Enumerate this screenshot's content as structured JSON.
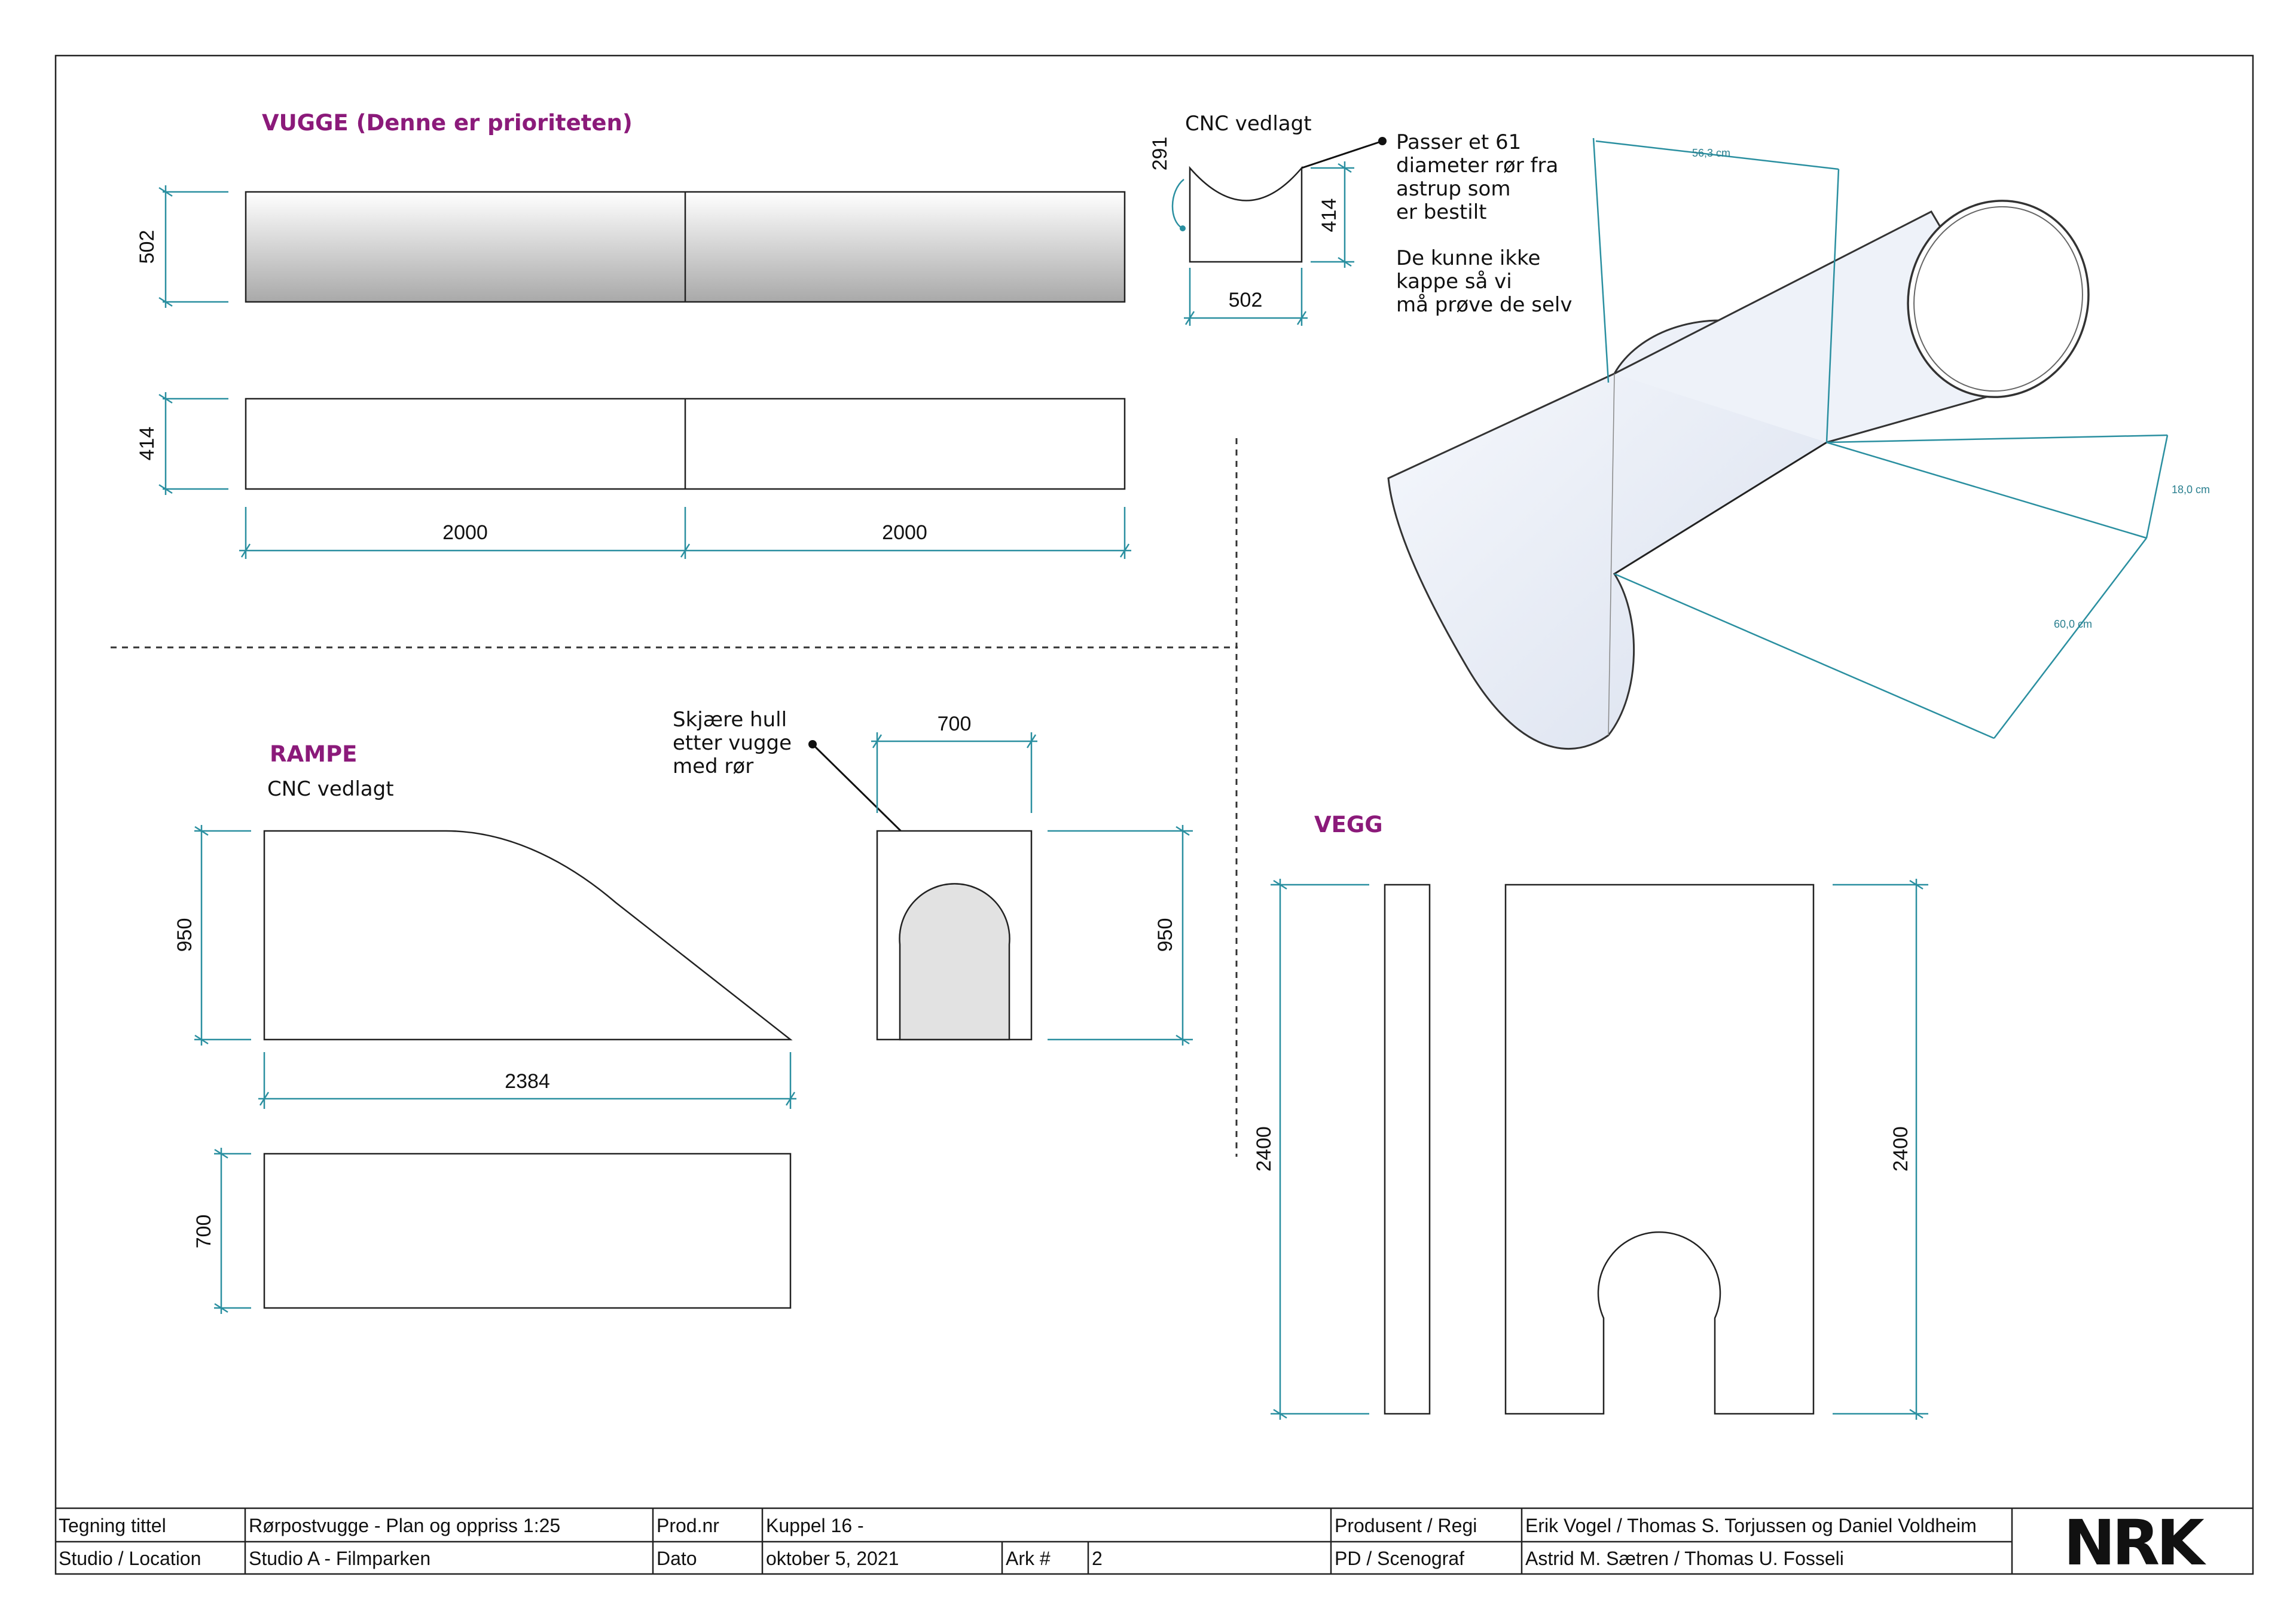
{
  "vugge": {
    "title": "VUGGE (Denne er prioriteten)",
    "dim_height_top": "502",
    "dim_height_bottom": "414",
    "dim_length_left": "2000",
    "dim_length_right": "2000"
  },
  "profile": {
    "cnc_label": "CNC vedlagt",
    "dim_curve": "291",
    "dim_height": "414",
    "dim_width": "502",
    "note_lines": [
      "Passer et 61",
      "diameter rør fra",
      "astrup som",
      "er bestilt",
      "De kunne ikke",
      "kappe så vi",
      "må prøve de selv"
    ]
  },
  "iso": {
    "dim_a": "56,3 cm",
    "dim_b": "18,0 cm",
    "dim_c": "60,0 cm"
  },
  "rampe": {
    "title": "RAMPE",
    "cnc_label": "CNC vedlagt",
    "dim_height": "950",
    "dim_length": "2384",
    "dim_depth": "700",
    "front_width": "700",
    "front_height": "950",
    "note_lines": [
      "Skjære hull",
      "etter vugge",
      "med rør"
    ]
  },
  "vegg": {
    "title": "VEGG",
    "dim_height_left": "2400",
    "dim_height_right": "2400"
  },
  "title_block": {
    "row1": {
      "tegning_label": "Tegning tittel",
      "tegning_value": "Rørpostvugge - Plan og oppriss 1:25",
      "prodnr_label": "Prod.nr",
      "prodnr_value": "Kuppel 16 -",
      "produsent_label": "Produsent / Regi",
      "produsent_value": "Erik Vogel / Thomas S. Torjussen og Daniel Voldheim"
    },
    "row2": {
      "studio_label": "Studio / Location",
      "studio_value": "Studio A - Filmparken",
      "dato_label": "Dato",
      "dato_value": "oktober 5, 2021",
      "ark_label": "Ark #",
      "ark_value": "2",
      "pd_label": "PD / Scenograf",
      "pd_value": "Astrid M. Sætren / Thomas U. Fosseli"
    },
    "logo": "NRK"
  }
}
